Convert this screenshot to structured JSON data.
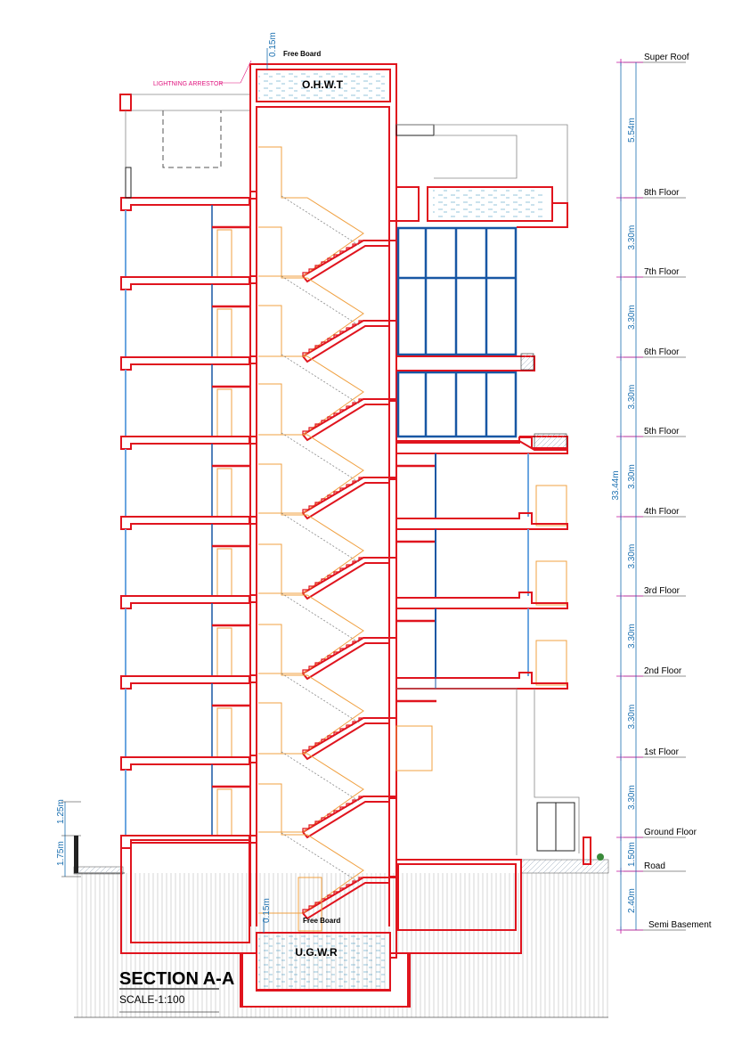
{
  "title": {
    "main": "SECTION A-A",
    "scale": "SCALE-1:100"
  },
  "tanks": {
    "top": "O.H.W.T",
    "bottom": "U.G.W.R",
    "free_board_top": "Free Board",
    "free_board_bottom": "Free Board",
    "free_board_dim_top": "0.15m",
    "free_board_dim_bottom": "0.15m"
  },
  "lightning_arrestor": "LIGHTNING ARRESTOR",
  "levels": [
    {
      "name": "Super Roof",
      "span": "5.54m"
    },
    {
      "name": "8th Floor",
      "span": "3.30m"
    },
    {
      "name": "7th Floor",
      "span": "3.30m"
    },
    {
      "name": "6th Floor",
      "span": "3.30m"
    },
    {
      "name": "5th Floor",
      "span": "3.30m"
    },
    {
      "name": "4th Floor",
      "span": "3.30m"
    },
    {
      "name": "3rd Floor",
      "span": "3.30m"
    },
    {
      "name": "2nd Floor",
      "span": "3.30m"
    },
    {
      "name": "1st Floor",
      "span": "3.30m"
    },
    {
      "name": "Ground Floor",
      "span": "1.50m"
    },
    {
      "name": "Road",
      "span": "2.40m"
    },
    {
      "name": "Semi Basement",
      "span": ""
    }
  ],
  "total_height": "33.44m",
  "left_dims": {
    "parapet": "1.25m",
    "plinth": "1.75m"
  },
  "colors": {
    "structure": "#e0141e",
    "stair": "#f0a040",
    "glazing": "#1857a4",
    "dimension": "#1a6fb0",
    "annotation": "#e0147f"
  }
}
